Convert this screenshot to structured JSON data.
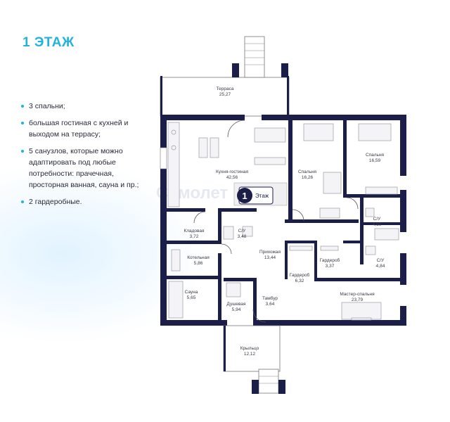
{
  "title": "1 ЭТАЖ",
  "features": [
    "3 спальни;",
    "большая гостиная с кухней и выходом на террасу;",
    "5 санузлов, которые можно адаптировать под любые потребности: прачечная, просторная ванная, сауна и пр.;",
    "2 гардеробные."
  ],
  "marker": {
    "number": "1",
    "label": "Этаж"
  },
  "watermark": "Самолет",
  "rooms": {
    "terrace": {
      "name": "Терраса",
      "area": "25,27"
    },
    "kitchen_living": {
      "name": "Кухня-гостиная",
      "area": "42,56"
    },
    "bedroom1": {
      "name": "Спальня",
      "area": "16,26"
    },
    "bedroom2": {
      "name": "Спальня",
      "area": "16,59"
    },
    "wc1": {
      "name": "С/У",
      "area": "4,60"
    },
    "wc2": {
      "name": "С/У",
      "area": "4,84"
    },
    "closet": {
      "name": "Кладовая",
      "area": "3,72"
    },
    "wc3": {
      "name": "С/У",
      "area": "3,48"
    },
    "boiler": {
      "name": "Котельная",
      "area": "5,86"
    },
    "hall": {
      "name": "Прихожая",
      "area": "13,44"
    },
    "wardrobe1": {
      "name": "Гардероб",
      "area": "3,37"
    },
    "wardrobe2": {
      "name": "Гардероб",
      "area": "6,32"
    },
    "sauna": {
      "name": "Сауна",
      "area": "5,65"
    },
    "shower": {
      "name": "Душевая",
      "area": "5,94"
    },
    "vestibule": {
      "name": "Тамбур",
      "area": "3,64"
    },
    "master": {
      "name": "Мастер-спальня",
      "area": "23,79"
    },
    "porch": {
      "name": "Крыльцо",
      "area": "12,12"
    }
  }
}
